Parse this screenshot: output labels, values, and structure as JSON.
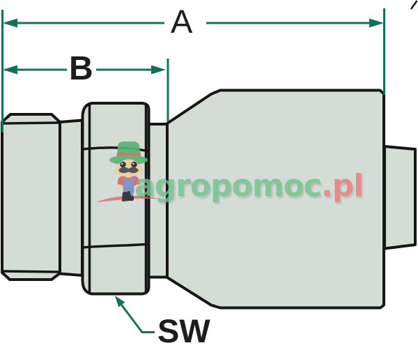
{
  "labels": {
    "dim_a": "A",
    "dim_b": "B",
    "wrench_size": "SW"
  },
  "watermark": {
    "text_green": "agropomoc",
    "text_red": ".pl",
    "mascot": "farmer-mascot-icon"
  },
  "colors": {
    "dimension_line": "#15705a",
    "outline": "#161616",
    "fitting_fill": "#d3dcd5",
    "label_text": "#1d1d1f",
    "watermark_green": "#73c08d",
    "watermark_red": "#e77d7d",
    "hat_green": "#58b477",
    "mascot_red": "#d96a6a",
    "skin": "#f1cda4",
    "eye_dark": "#2f2f33",
    "mustache": "#4b4b4e",
    "overalls_blue": "#7d90c2",
    "boot_dark": "#2d2d30"
  }
}
